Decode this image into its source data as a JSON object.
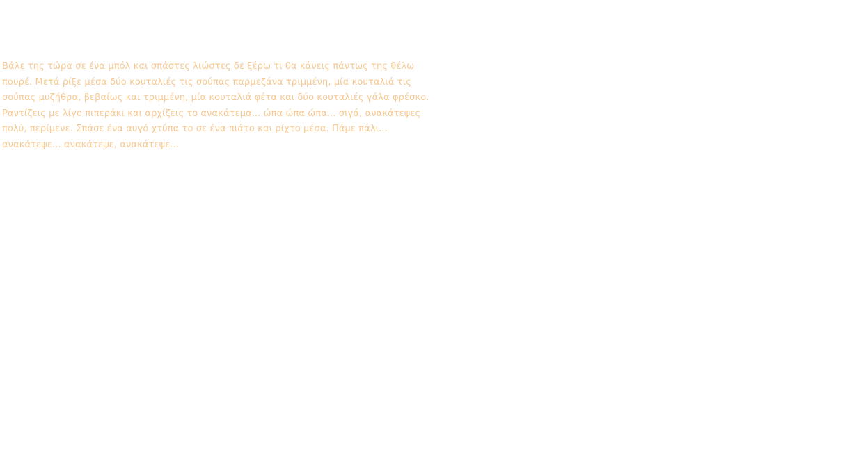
{
  "colors": {
    "text": "#f7c992",
    "background": "#ffffff"
  },
  "paragraph": {
    "lines": [
      "Βάλε της τώρα σε ένα μπόλ και σπάστες λιώστες δε ξέρω τι θα κάνεις πάντως της θέλω",
      "πουρέ. Μετά ρίξε μέσα δύο κουταλιές τις σούπας παρμεζάνα τριμμένη, μία κουταλιά τις",
      "σούπας μυζήθρα, βεβαίως και τριμμένη, μία κουταλιά φέτα και δύο κουταλιές γάλα φρέσκο.",
      "Ραντίζεις με λίγο πιπεράκι και αρχίζεις το ανακάτεμα... ώπα ώπα ώπα... σιγά, ανακάτεψες",
      "πολύ, περίμενε. Σπάσε ένα αυγό χτύπα το σε ένα πιάτο και ρίχτο μέσα. Πάμε πάλι...",
      "ανακάτεψε... ανακάτεψε, ανακάτεψε..."
    ]
  }
}
